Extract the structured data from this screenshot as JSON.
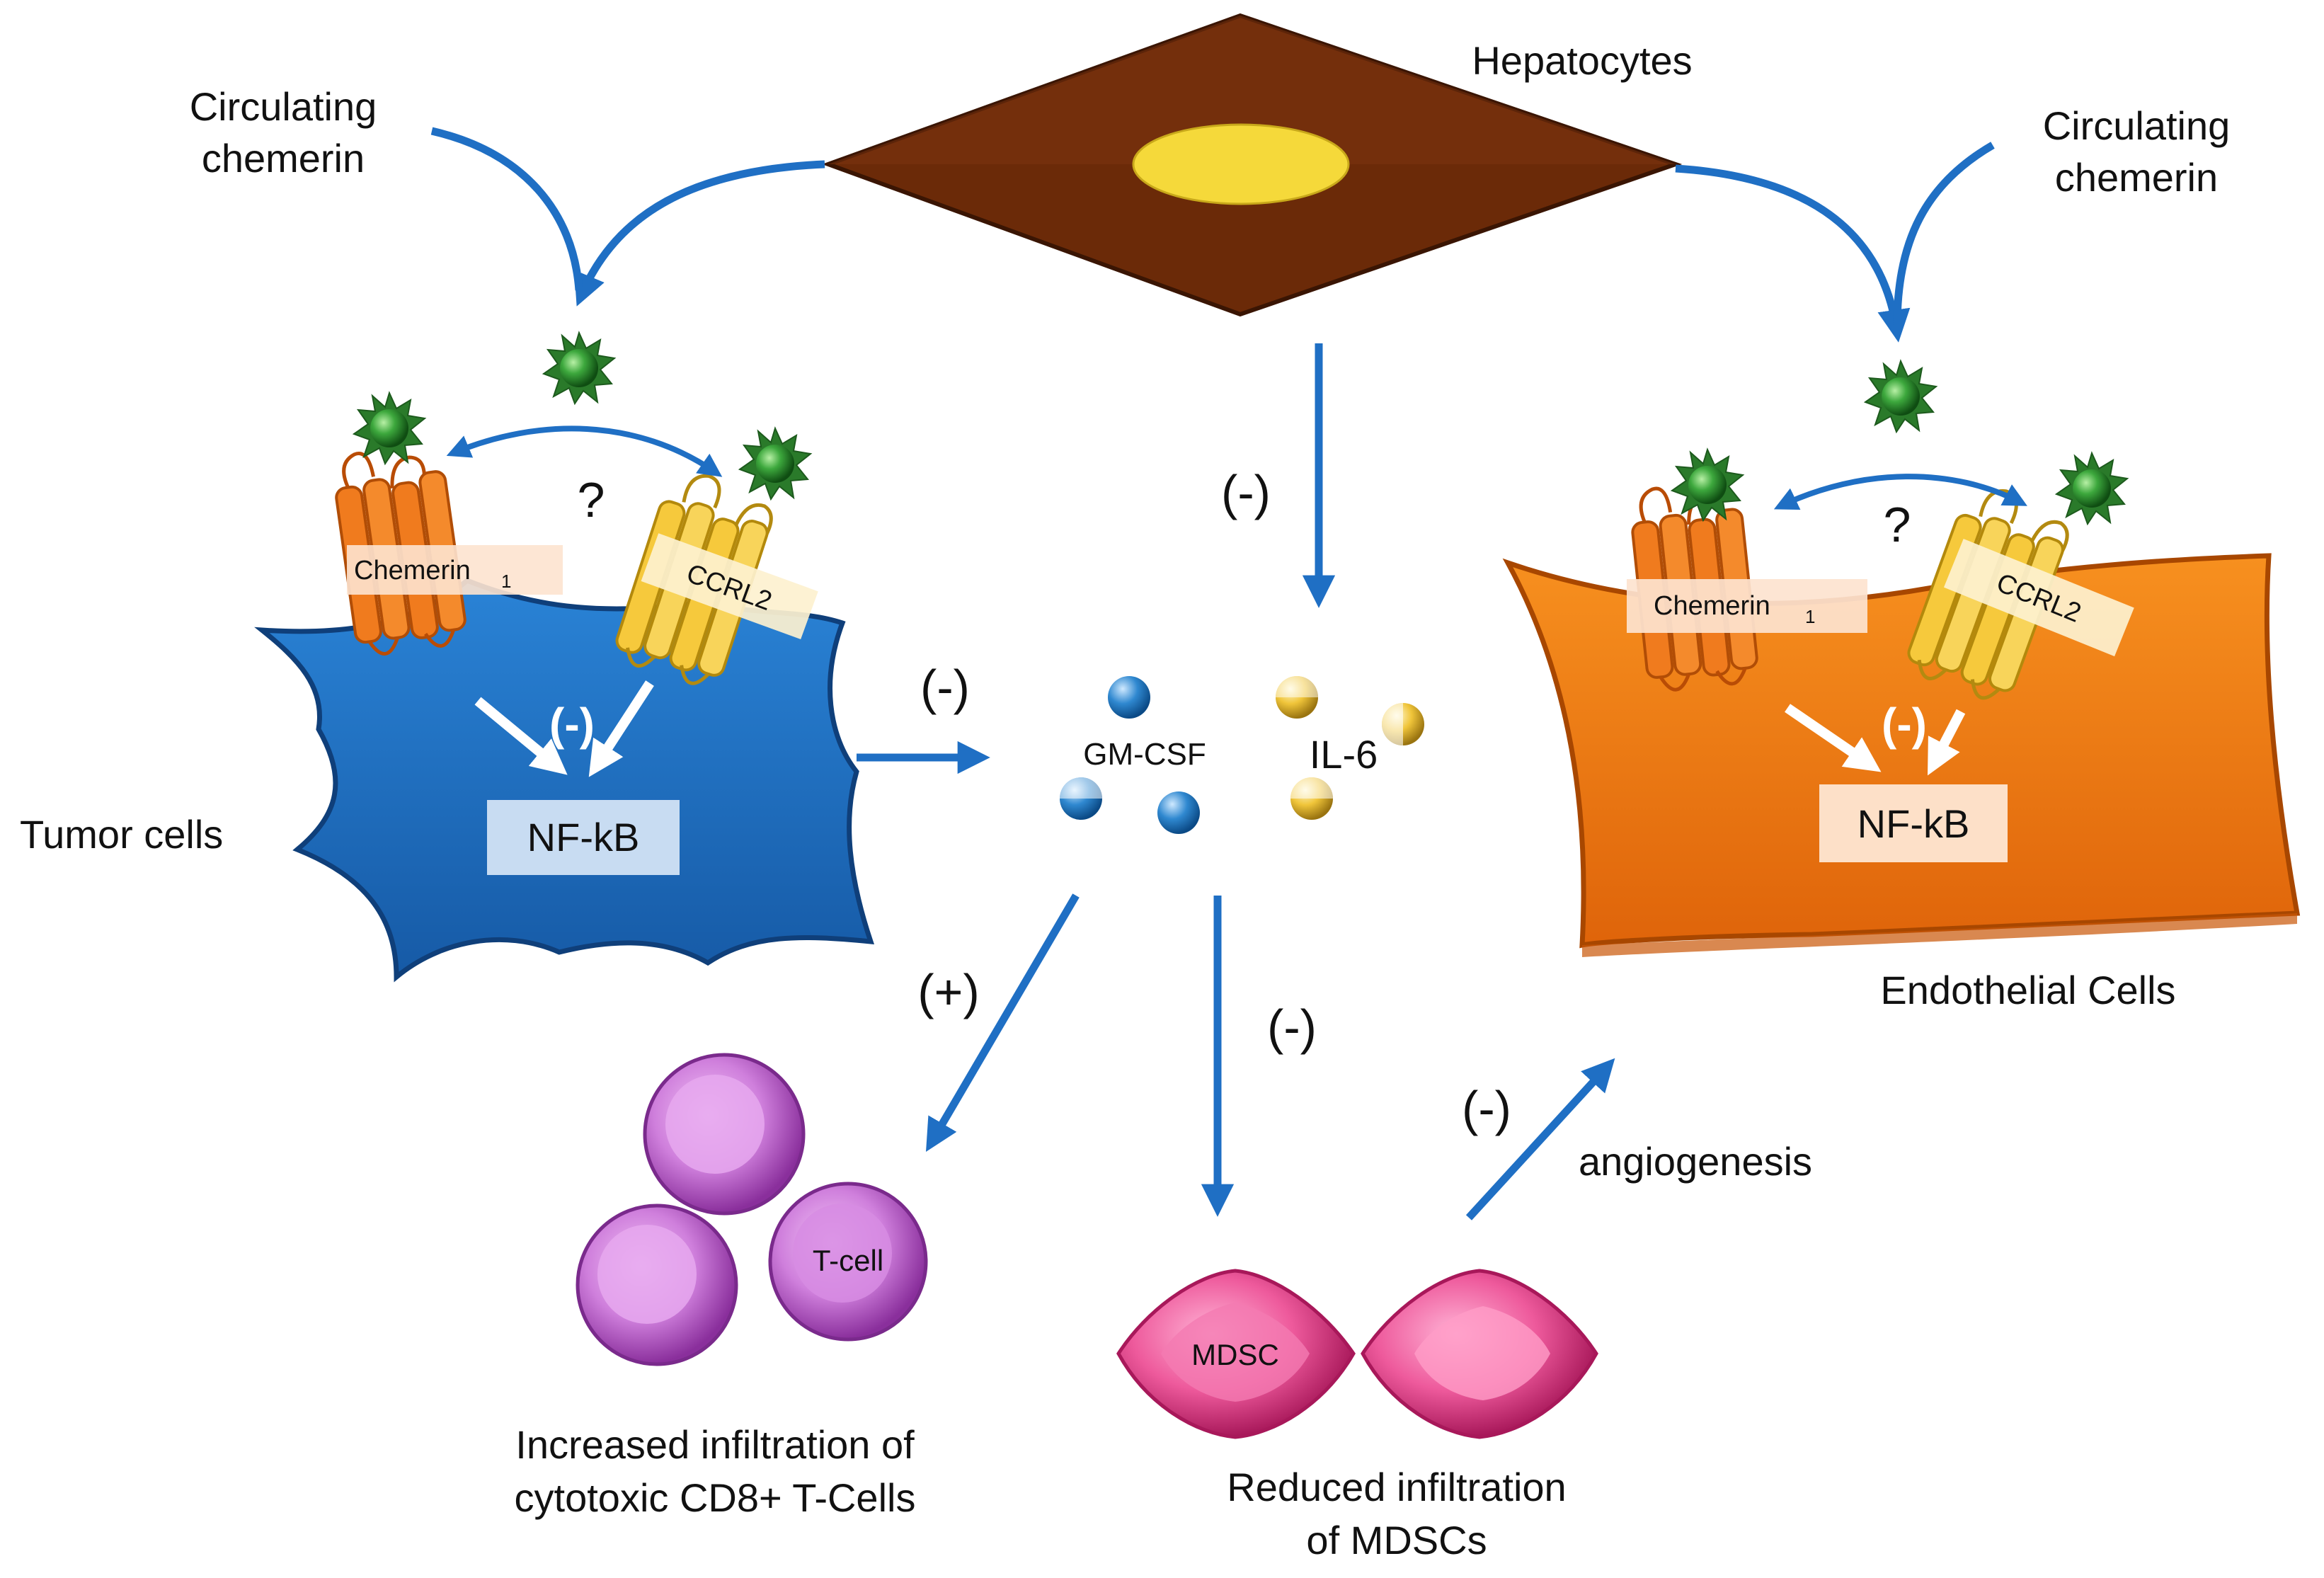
{
  "labels": {
    "hepatocytes": "Hepatocytes",
    "circulating_left": [
      "Circulating",
      "chemerin"
    ],
    "circulating_right": [
      "Circulating",
      "chemerin"
    ],
    "tumor_cells": "Tumor cells",
    "endothelial_cells": "Endothelial Cells",
    "gm_csf": "GM-CSF",
    "il6": "IL-6",
    "tcell": "T-cell",
    "mdsc": "MDSC",
    "angiogenesis": "angiogenesis",
    "tcell_caption": [
      "Increased infiltration  of",
      "cytotoxic CD8+ T-Cells"
    ],
    "mdsc_caption": [
      "Reduced infiltration",
      "of MDSCs"
    ]
  },
  "left_cell": {
    "receptor_a": "Chemerin",
    "receptor_a_sub": "1",
    "receptor_b": "CCRL2",
    "question": "?",
    "inhibit": "(-)",
    "nfkb": "NF-kB"
  },
  "right_cell": {
    "receptor_a": "Chemerin",
    "receptor_a_sub": "1",
    "receptor_b": "CCRL2",
    "question": "?",
    "inhibit": "(-)",
    "nfkb": "NF-kB"
  },
  "arrow_signs": {
    "hepatocyte_to_cytokines": "(-)",
    "tumor_to_cytokines": "(-)",
    "to_tcells": "(+)",
    "to_mdsc": "(-)",
    "angiogenesis": "(-)"
  },
  "colors": {
    "arrow_blue": "#1f6fc4",
    "hepatocyte_brown": "#6b2a08",
    "nucleus_yellow": "#f5d93a",
    "tumor_blue": "#1e72c8",
    "endothelial_orange": "#f07a12",
    "receptor_orange": "#f07b1e",
    "receptor_yellow": "#f6c93c",
    "chemerin_green": "#2f8f2f",
    "tcell_purple": "#b85cc8",
    "mdsc_pink": "#e8458f"
  }
}
